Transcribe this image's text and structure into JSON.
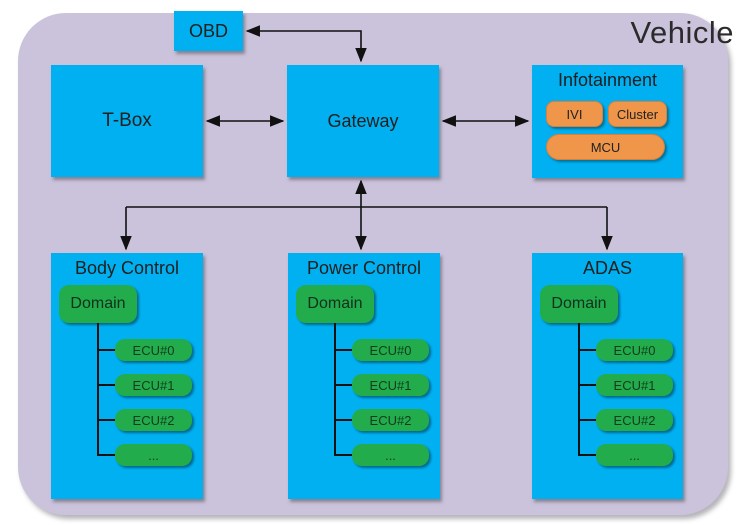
{
  "title": "Vehicle",
  "nodes": {
    "obd": "OBD",
    "tbox": "T-Box",
    "gateway": "Gateway"
  },
  "infotainment": {
    "title": "Infotainment",
    "ivi": "IVI",
    "cluster": "Cluster",
    "mcu": "MCU"
  },
  "domains": [
    {
      "title": "Body Control",
      "domain_label": "Domain",
      "ecus": [
        "ECU#0",
        "ECU#1",
        "ECU#2",
        "..."
      ]
    },
    {
      "title": "Power Control",
      "domain_label": "Domain",
      "ecus": [
        "ECU#0",
        "ECU#1",
        "ECU#2",
        "..."
      ]
    },
    {
      "title": "ADAS",
      "domain_label": "Domain",
      "ecus": [
        "ECU#0",
        "ECU#1",
        "ECU#2",
        "..."
      ]
    }
  ],
  "colors": {
    "background_panel": "#CBC3DB",
    "node_blue": "#00B0F0",
    "chip_orange": "#F0964B",
    "ecu_green": "#22AC4C",
    "line": "#111111",
    "page": "#FFFFFF"
  }
}
